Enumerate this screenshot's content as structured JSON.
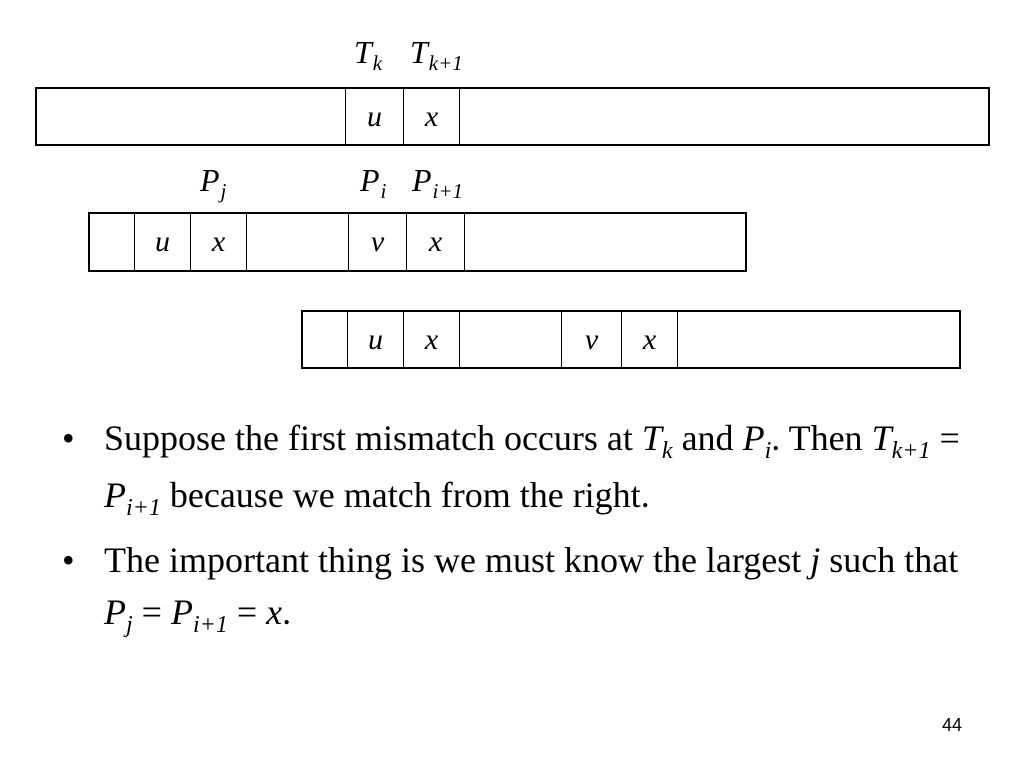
{
  "labels": {
    "tk": {
      "base": "T",
      "sub": "k"
    },
    "tk1": {
      "base": "T",
      "sub": "k+1"
    },
    "pj": {
      "base": "P",
      "sub": "j"
    },
    "pi": {
      "base": "P",
      "sub": "i"
    },
    "pi1": {
      "base": "P",
      "sub": "i+1"
    }
  },
  "text_strip": {
    "cells": [
      "u",
      "x"
    ]
  },
  "pattern_strip_1": {
    "cells": [
      "u",
      "x",
      "v",
      "x"
    ]
  },
  "pattern_strip_2": {
    "cells": [
      "u",
      "x",
      "v",
      "x"
    ]
  },
  "bullets": [
    {
      "parts": [
        "Suppose the first mismatch occurs at ",
        "T",
        "k",
        " and ",
        "P",
        "i",
        ". Then ",
        "T",
        "k+1",
        " = ",
        "P",
        "i+1",
        " because we match from the right."
      ]
    },
    {
      "parts": [
        "The important thing is we must know the largest ",
        "j",
        " such that ",
        "P",
        "j",
        " = ",
        "P",
        "i+1",
        " = ",
        "x",
        "."
      ]
    }
  ],
  "bullet_symbol": "•",
  "page_number": "44"
}
